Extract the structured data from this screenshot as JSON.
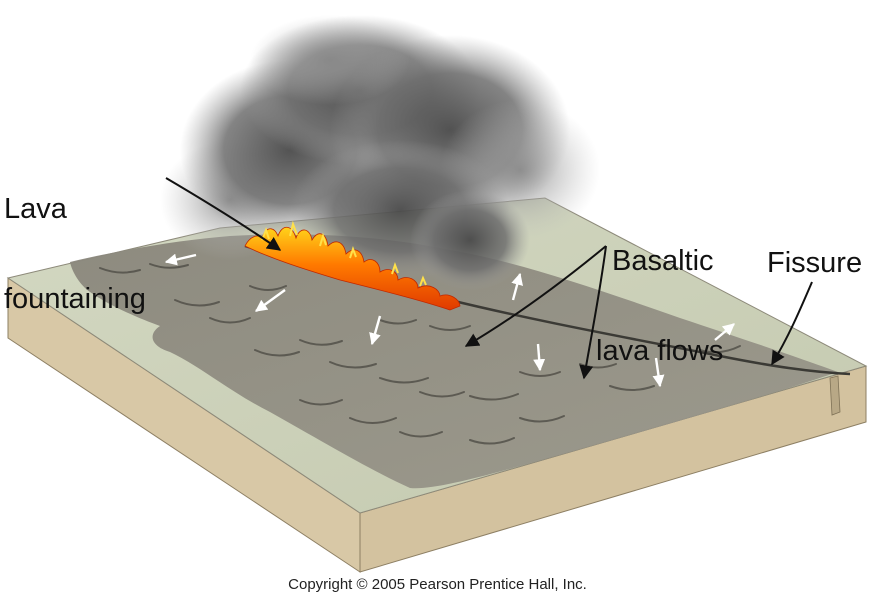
{
  "labels": {
    "lava_fountaining": [
      "Lava",
      "fountaining"
    ],
    "basaltic_lava_flows": [
      "Basaltic",
      "lava flows"
    ],
    "fissure": "Fissure"
  },
  "copyright": "Copyright © 2005 Pearson Prentice Hall, Inc.",
  "colors": {
    "block_side": "#d9c9a8",
    "block_side_dark": "#c7b58f",
    "ground_light": "#c9cfb6",
    "lava_flow": "#8f8b80",
    "smoke": "#555555",
    "lava_hot": "#ff6a00",
    "lava_yellow": "#ffd21a"
  },
  "icons": {
    "flow_arrow": "white-arrow-icon",
    "leader_arrow": "black-arrow-icon"
  }
}
